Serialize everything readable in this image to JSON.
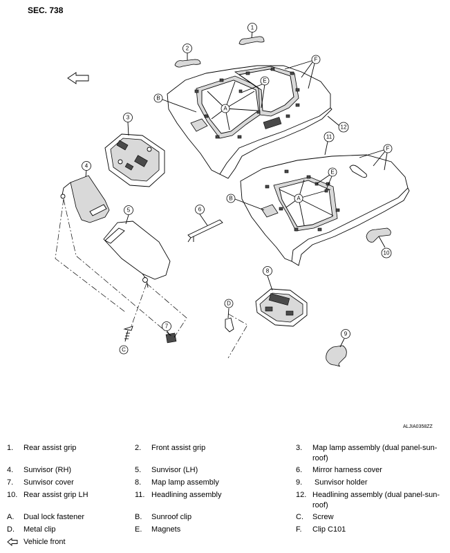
{
  "section_title": "SEC. 738",
  "drawing_id": "ALJIA0358ZZ",
  "callouts": {
    "n1": "1",
    "n2": "2",
    "n3": "3",
    "n4": "4",
    "n5": "5",
    "n6": "6",
    "n7": "7",
    "n8": "8",
    "n9": "9",
    "n10": "10",
    "n11": "11",
    "n12": "12",
    "A": "A",
    "B": "B",
    "C": "C",
    "D": "D",
    "E": "E",
    "F": "F"
  },
  "legend": {
    "numbered": [
      {
        "key": "1.",
        "label": "Rear assist grip"
      },
      {
        "key": "2.",
        "label": "Front assist grip"
      },
      {
        "key": "3.",
        "label": "Map lamp assembly (dual panel-sun-roof)"
      },
      {
        "key": "4.",
        "label": "Sunvisor (RH)"
      },
      {
        "key": "5.",
        "label": "Sunvisor (LH)"
      },
      {
        "key": "6.",
        "label": "Mirror harness cover"
      },
      {
        "key": "7.",
        "label": "Sunvisor cover"
      },
      {
        "key": "8.",
        "label": "Map lamp assembly"
      },
      {
        "key": "9.",
        "label": " Sunvisor holder"
      },
      {
        "key": "10.",
        "label": "Rear assist grip LH"
      },
      {
        "key": "11.",
        "label": "Headlining assembly"
      },
      {
        "key": "12.",
        "label": "Headlining assembly (dual panel-sun-roof)"
      }
    ],
    "lettered": [
      {
        "key": "A.",
        "label": "Dual lock fastener"
      },
      {
        "key": "B.",
        "label": "Sunroof clip"
      },
      {
        "key": "C.",
        "label": "Screw"
      },
      {
        "key": "D.",
        "label": "Metal clip"
      },
      {
        "key": "E.",
        "label": "Magnets"
      },
      {
        "key": "F.",
        "label": "Clip C101"
      }
    ],
    "vehicle_front": "Vehicle front"
  },
  "colors": {
    "line": "#000000",
    "fill": "#ffffff",
    "shade": "#d9d9d9",
    "dark": "#4a4a4a"
  }
}
